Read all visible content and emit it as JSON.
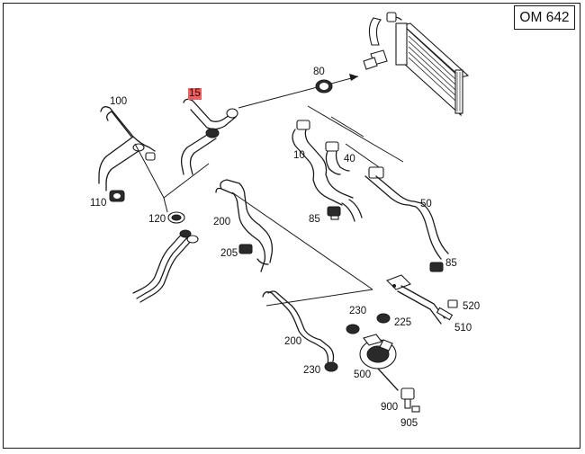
{
  "model": "OM 642",
  "selected_part": "15",
  "colors": {
    "highlight": "#f25c5c",
    "line": "#1a1a1a",
    "background": "#ffffff"
  },
  "callouts": [
    {
      "id": "c-100",
      "label": "100"
    },
    {
      "id": "c-15",
      "label": "15"
    },
    {
      "id": "c-80",
      "label": "80"
    },
    {
      "id": "c-10",
      "label": "10"
    },
    {
      "id": "c-40",
      "label": "40"
    },
    {
      "id": "c-110",
      "label": "110"
    },
    {
      "id": "c-120",
      "label": "120"
    },
    {
      "id": "c-200a",
      "label": "200"
    },
    {
      "id": "c-85a",
      "label": "85"
    },
    {
      "id": "c-50",
      "label": "50"
    },
    {
      "id": "c-205",
      "label": "205"
    },
    {
      "id": "c-85b",
      "label": "85"
    },
    {
      "id": "c-520",
      "label": "520"
    },
    {
      "id": "c-230a",
      "label": "230"
    },
    {
      "id": "c-225",
      "label": "225"
    },
    {
      "id": "c-510",
      "label": "510"
    },
    {
      "id": "c-200b",
      "label": "200"
    },
    {
      "id": "c-230b",
      "label": "230"
    },
    {
      "id": "c-500",
      "label": "500"
    },
    {
      "id": "c-900",
      "label": "900"
    },
    {
      "id": "c-905",
      "label": "905"
    }
  ]
}
